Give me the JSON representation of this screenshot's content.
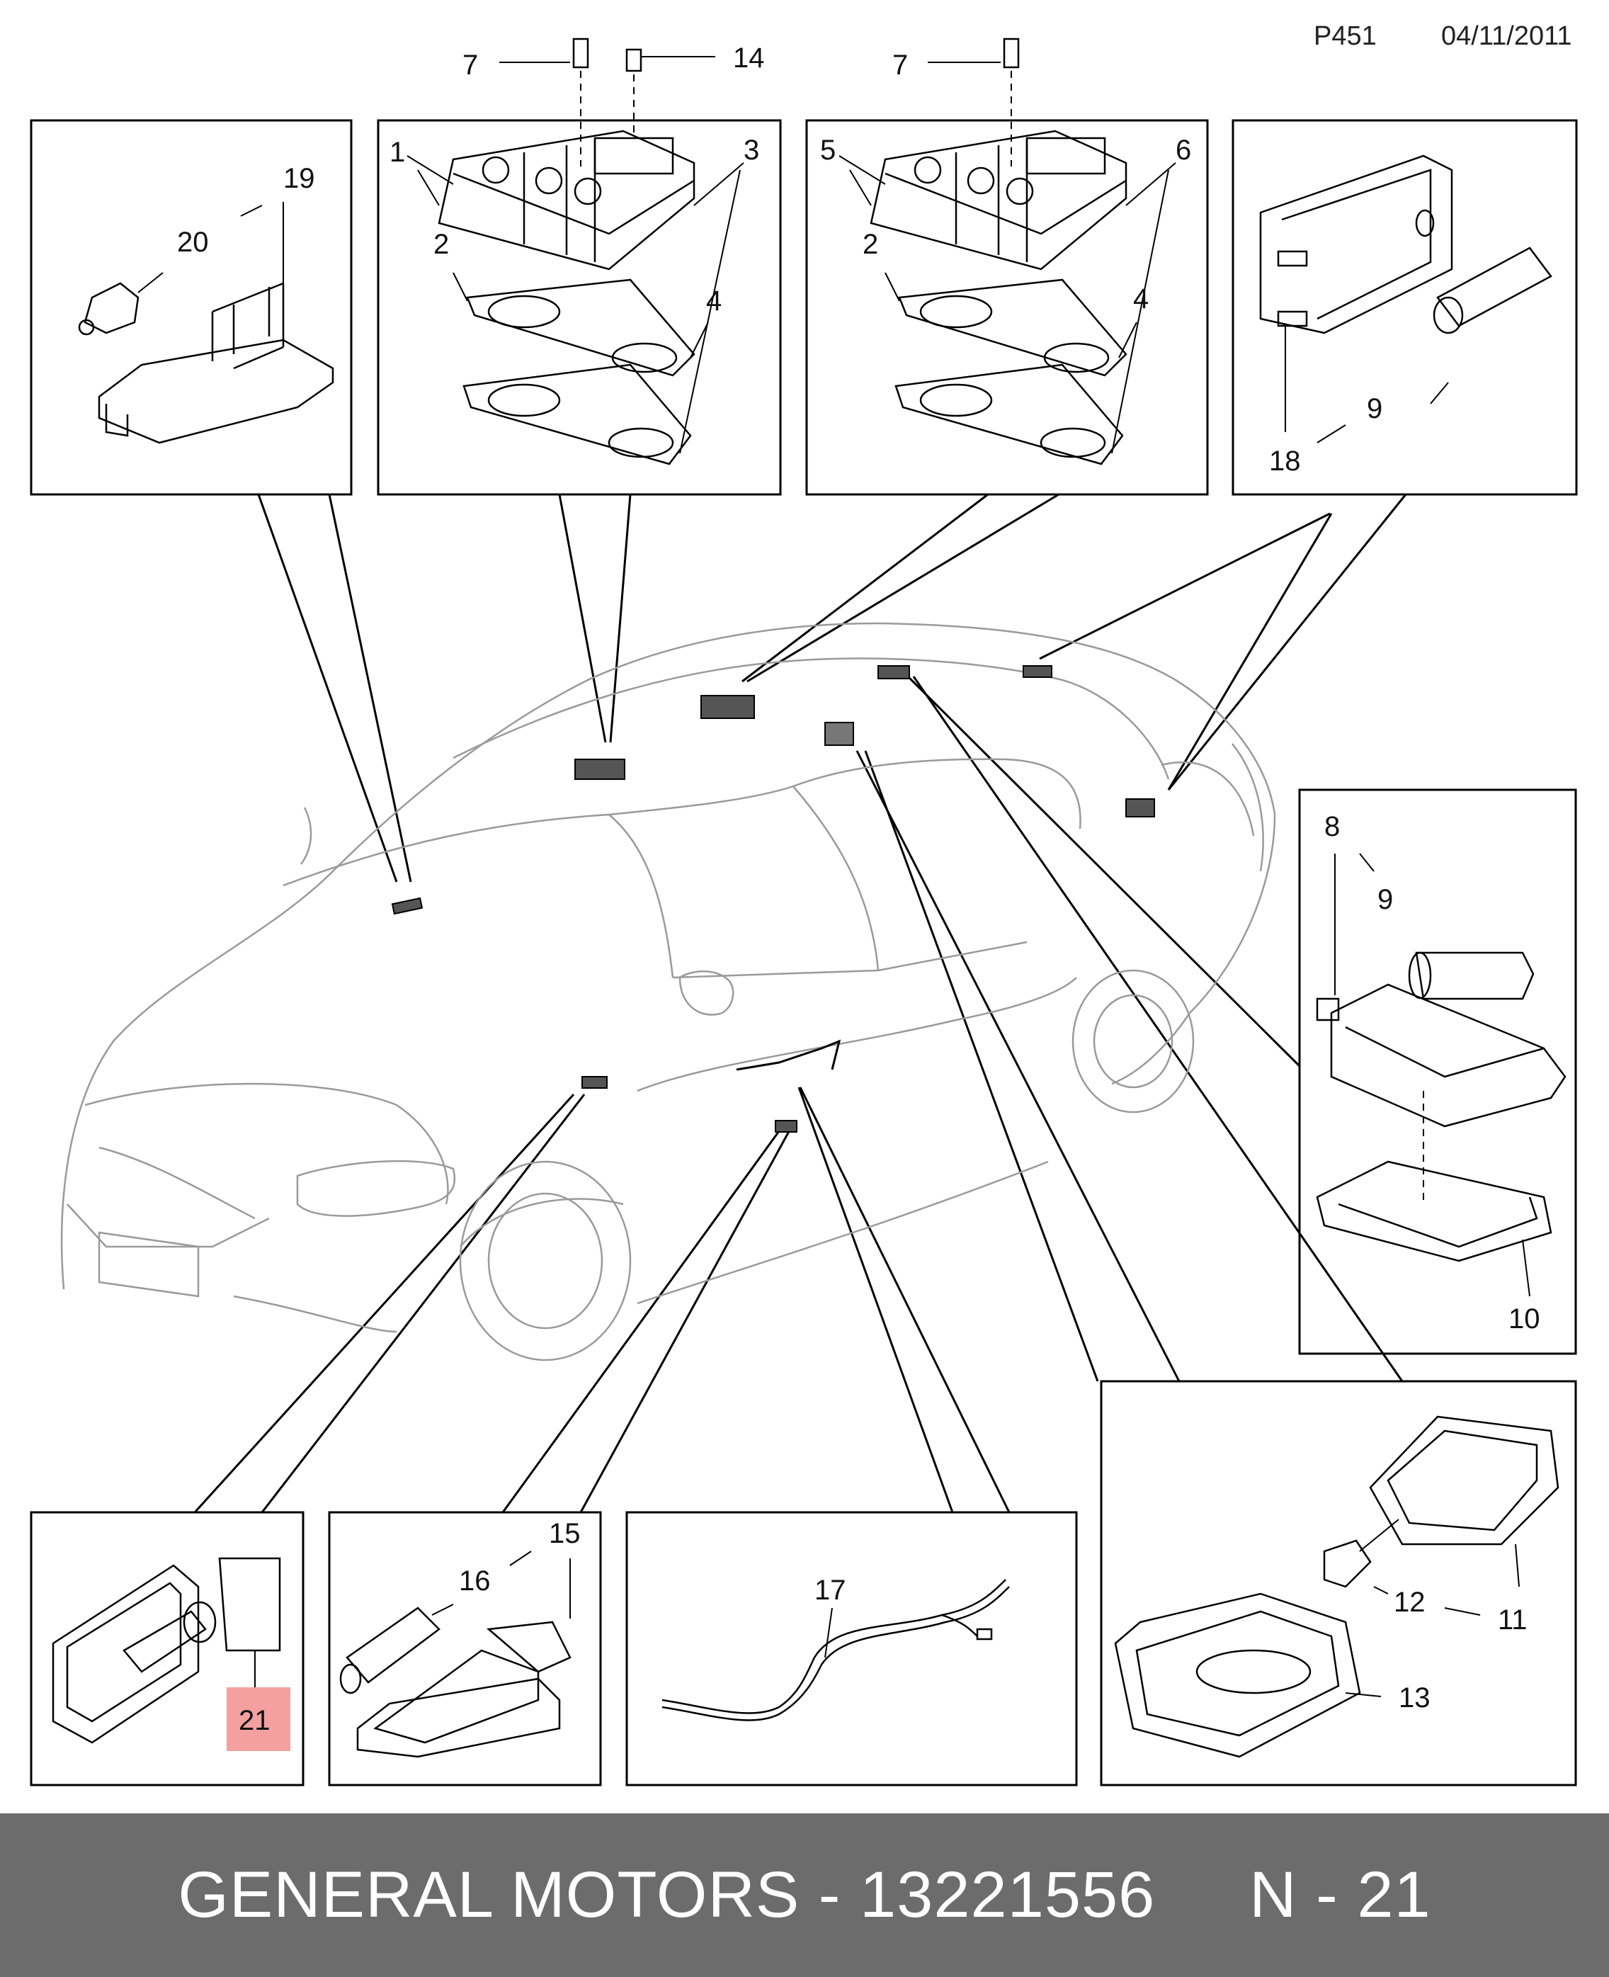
{
  "header": {
    "page_code": "P451",
    "date": "04/11/2011"
  },
  "callouts": {
    "c1": "1",
    "c2a": "2",
    "c2b": "2",
    "c3": "3",
    "c4a": "4",
    "c4b": "4",
    "c5": "5",
    "c6": "6",
    "c7a": "7",
    "c7b": "7",
    "c8": "8",
    "c9a": "9",
    "c9b": "9",
    "c10": "10",
    "c11": "11",
    "c12": "12",
    "c13": "13",
    "c14": "14",
    "c15": "15",
    "c16": "16",
    "c17": "17",
    "c18": "18",
    "c19": "19",
    "c20": "20",
    "c21": "21"
  },
  "highlight": {
    "part": "21",
    "color": "#f4a0a0"
  },
  "footer": {
    "text": "GENERAL MOTORS - 13221556     N - 21",
    "background": "#6c6c6c"
  }
}
